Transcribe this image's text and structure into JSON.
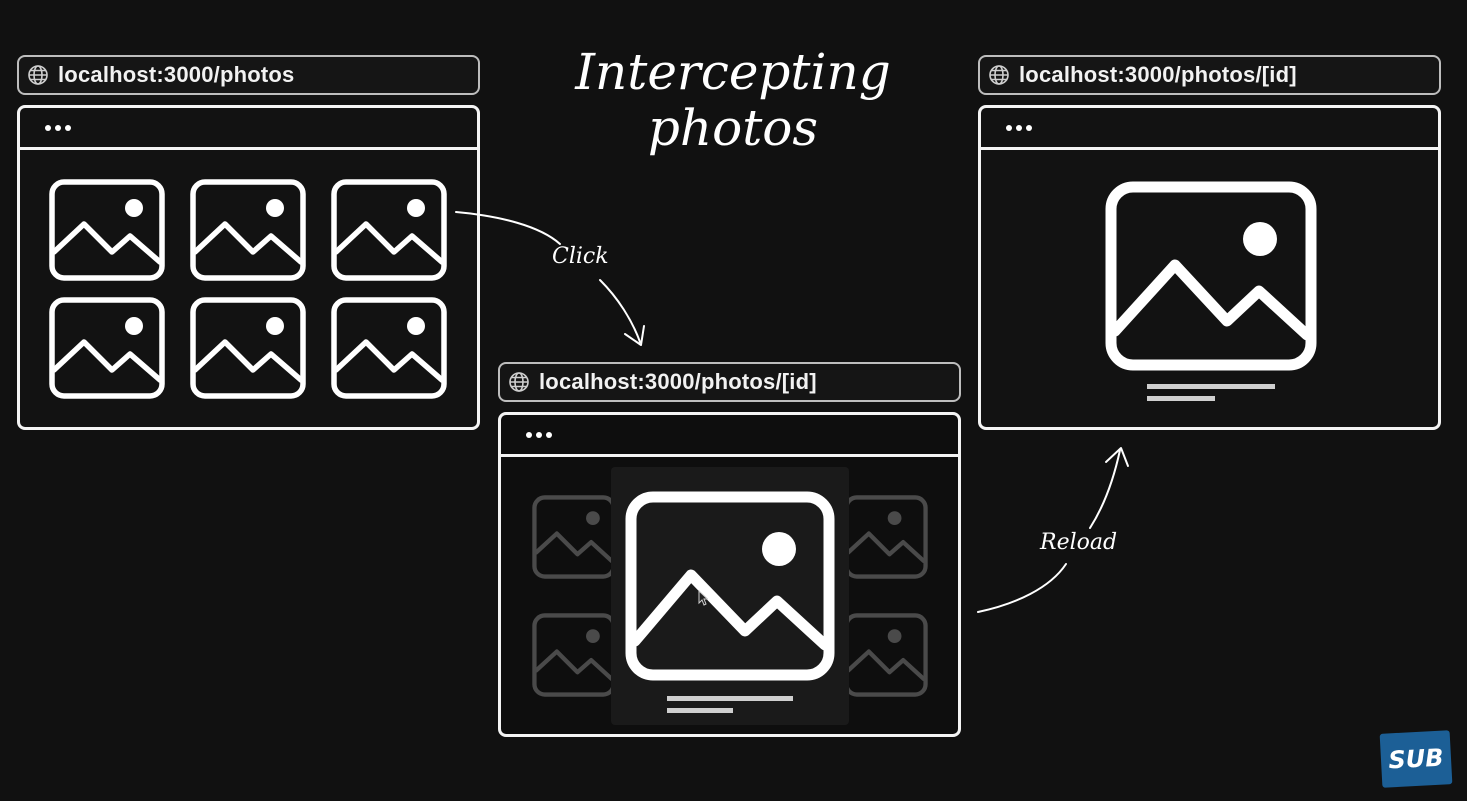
{
  "title": {
    "line1": "Intercepting",
    "line2": "photos"
  },
  "windows": {
    "gallery": {
      "url": "localhost:3000/photos",
      "icon": "globe-icon",
      "photo_count": 6
    },
    "intercepted": {
      "url": "localhost:3000/photos/[id]",
      "icon": "globe-icon"
    },
    "reloaded": {
      "url": "localhost:3000/photos/[id]",
      "icon": "globe-icon"
    }
  },
  "arrows": {
    "click_label": "Click",
    "reload_label": "Reload"
  },
  "badge": {
    "text": "SUB",
    "color": "#1c5f96"
  },
  "colors": {
    "background": "#111111",
    "stroke": "#f4f4f4",
    "dimmed": "#4a4a4a"
  }
}
